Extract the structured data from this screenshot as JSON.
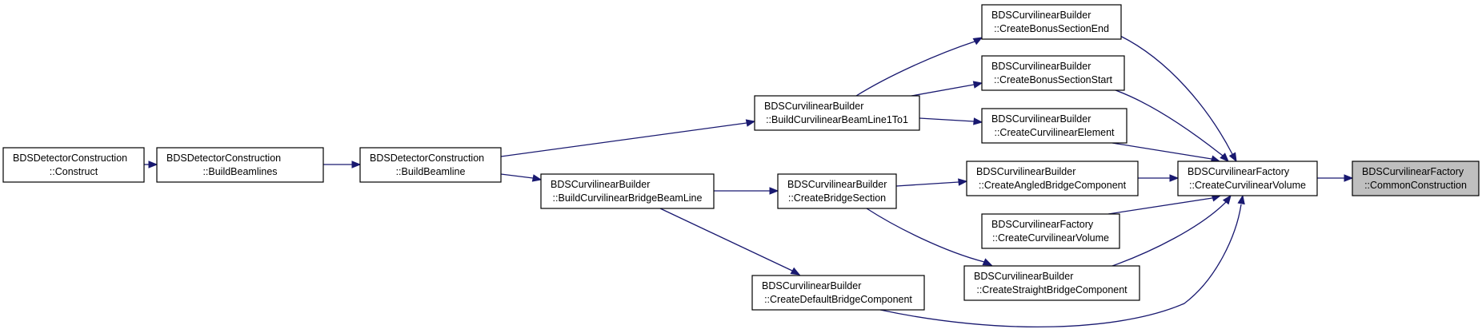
{
  "graph": {
    "nodes": [
      {
        "id": "construct",
        "lines": [
          "BDSDetectorConstruction",
          "::Construct"
        ]
      },
      {
        "id": "build-beamlines",
        "lines": [
          "BDSDetectorConstruction",
          "::BuildBeamlines"
        ]
      },
      {
        "id": "build-beamline",
        "lines": [
          "BDSDetectorConstruction",
          "::BuildBeamline"
        ]
      },
      {
        "id": "build-curvilinear-beamline-1to1",
        "lines": [
          "BDSCurvilinearBuilder",
          "::BuildCurvilinearBeamLine1To1"
        ]
      },
      {
        "id": "build-curvilinear-bridge-beamline",
        "lines": [
          "BDSCurvilinearBuilder",
          "::BuildCurvilinearBridgeBeamLine"
        ]
      },
      {
        "id": "create-bridge-section",
        "lines": [
          "BDSCurvilinearBuilder",
          "::CreateBridgeSection"
        ]
      },
      {
        "id": "create-default-bridge-component",
        "lines": [
          "BDSCurvilinearBuilder",
          "::CreateDefaultBridgeComponent"
        ]
      },
      {
        "id": "create-bonus-section-end",
        "lines": [
          "BDSCurvilinearBuilder",
          "::CreateBonusSectionEnd"
        ]
      },
      {
        "id": "create-bonus-section-start",
        "lines": [
          "BDSCurvilinearBuilder",
          "::CreateBonusSectionStart"
        ]
      },
      {
        "id": "create-curvilinear-element",
        "lines": [
          "BDSCurvilinearBuilder",
          "::CreateCurvilinearElement"
        ]
      },
      {
        "id": "create-angled-bridge-component",
        "lines": [
          "BDSCurvilinearBuilder",
          "::CreateAngledBridgeComponent"
        ]
      },
      {
        "id": "factory-create-curvilinear-volume-2",
        "lines": [
          "BDSCurvilinearFactory",
          "::CreateCurvilinearVolume"
        ]
      },
      {
        "id": "create-straight-bridge-component",
        "lines": [
          "BDSCurvilinearBuilder",
          "::CreateStraightBridgeComponent"
        ]
      },
      {
        "id": "factory-create-curvilinear-volume",
        "lines": [
          "BDSCurvilinearFactory",
          "::CreateCurvilinearVolume"
        ]
      },
      {
        "id": "common-construction",
        "lines": [
          "BDSCurvilinearFactory",
          "::CommonConstruction"
        ],
        "highlighted": true
      }
    ],
    "edges": [
      {
        "from": "construct",
        "to": "build-beamlines"
      },
      {
        "from": "build-beamlines",
        "to": "build-beamline"
      },
      {
        "from": "build-beamline",
        "to": "build-curvilinear-beamline-1to1"
      },
      {
        "from": "build-beamline",
        "to": "build-curvilinear-bridge-beamline"
      },
      {
        "from": "build-curvilinear-beamline-1to1",
        "to": "create-bonus-section-end"
      },
      {
        "from": "build-curvilinear-beamline-1to1",
        "to": "create-bonus-section-start"
      },
      {
        "from": "build-curvilinear-beamline-1to1",
        "to": "create-curvilinear-element"
      },
      {
        "from": "build-curvilinear-bridge-beamline",
        "to": "create-bridge-section"
      },
      {
        "from": "build-curvilinear-bridge-beamline",
        "to": "create-default-bridge-component"
      },
      {
        "from": "create-bridge-section",
        "to": "create-angled-bridge-component"
      },
      {
        "from": "create-bridge-section",
        "to": "create-straight-bridge-component"
      },
      {
        "from": "create-bonus-section-end",
        "to": "factory-create-curvilinear-volume"
      },
      {
        "from": "create-bonus-section-start",
        "to": "factory-create-curvilinear-volume"
      },
      {
        "from": "create-curvilinear-element",
        "to": "factory-create-curvilinear-volume"
      },
      {
        "from": "create-angled-bridge-component",
        "to": "factory-create-curvilinear-volume"
      },
      {
        "from": "factory-create-curvilinear-volume-2",
        "to": "factory-create-curvilinear-volume"
      },
      {
        "from": "create-straight-bridge-component",
        "to": "factory-create-curvilinear-volume"
      },
      {
        "from": "create-default-bridge-component",
        "to": "factory-create-curvilinear-volume"
      },
      {
        "from": "factory-create-curvilinear-volume",
        "to": "common-construction"
      }
    ]
  },
  "colors": {
    "edge": "#191970",
    "node_border": "#000000",
    "node_fill": "#ffffff",
    "highlight_fill": "#bfbfbf"
  }
}
